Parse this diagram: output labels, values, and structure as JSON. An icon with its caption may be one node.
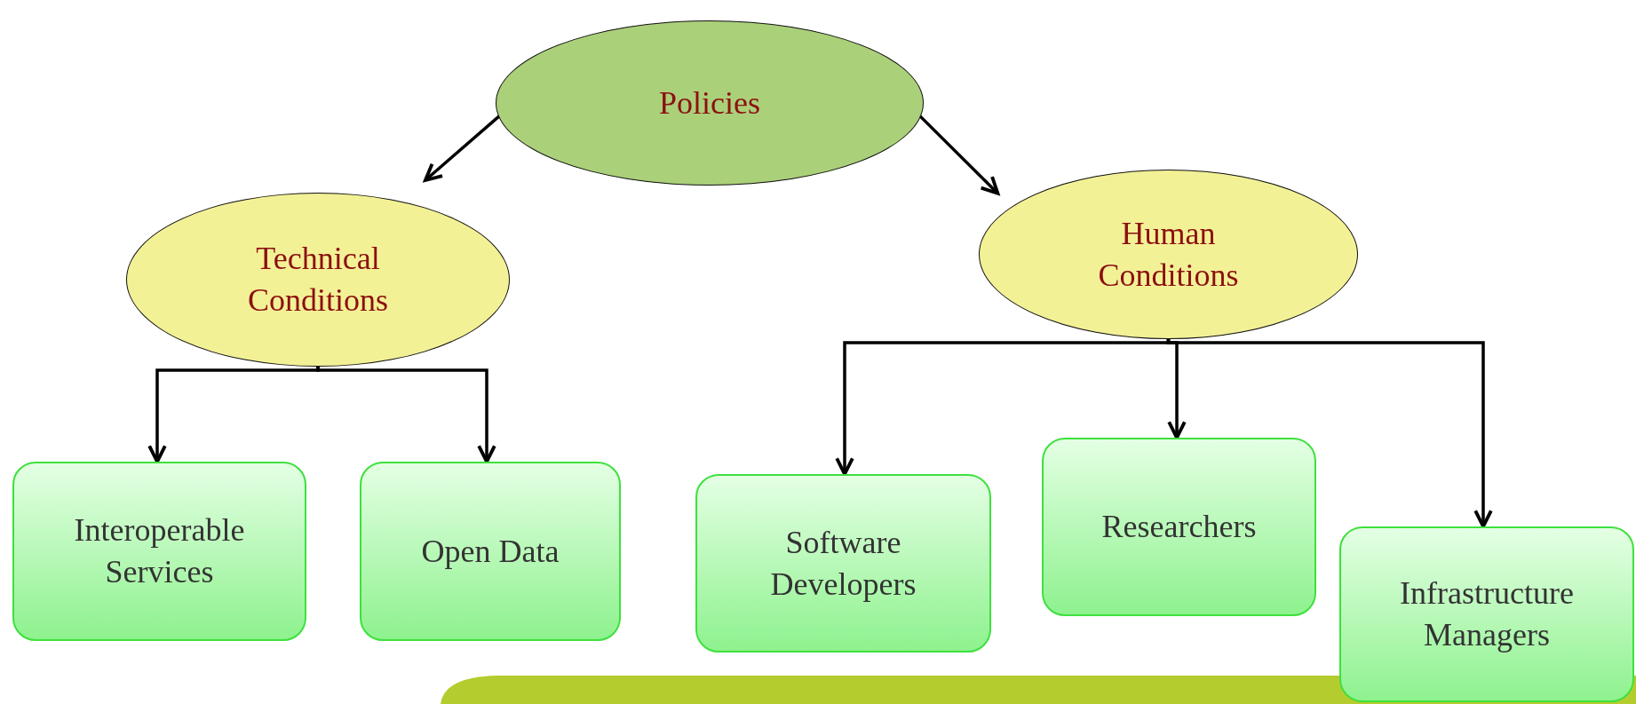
{
  "diagram": {
    "nodes": [
      {
        "text": [
          "Policies"
        ]
      },
      {
        "text": [
          "Technical Conditions"
        ]
      },
      {
        "text": [
          "Human Conditions"
        ]
      },
      {
        "text": [
          "Interoperable Services"
        ]
      },
      {
        "text": [
          "Open Data"
        ]
      },
      {
        "text": [
          "Software Developers"
        ]
      },
      {
        "text": [
          "Researchers"
        ]
      },
      {
        "text": [
          "Infrastructure Managers"
        ]
      }
    ],
    "edges": [
      {
        "from": 0,
        "to": 1,
        "arrow": "to"
      },
      {
        "from": 0,
        "to": 2,
        "arrow": "to"
      },
      {
        "from": 1,
        "to": 3,
        "arrow": "to"
      },
      {
        "from": 1,
        "to": 4,
        "arrow": "to"
      },
      {
        "from": 2,
        "to": 5,
        "arrow": "to"
      },
      {
        "from": 2,
        "to": 6,
        "arrow": "to"
      },
      {
        "from": 2,
        "to": 7,
        "arrow": "to"
      }
    ]
  }
}
